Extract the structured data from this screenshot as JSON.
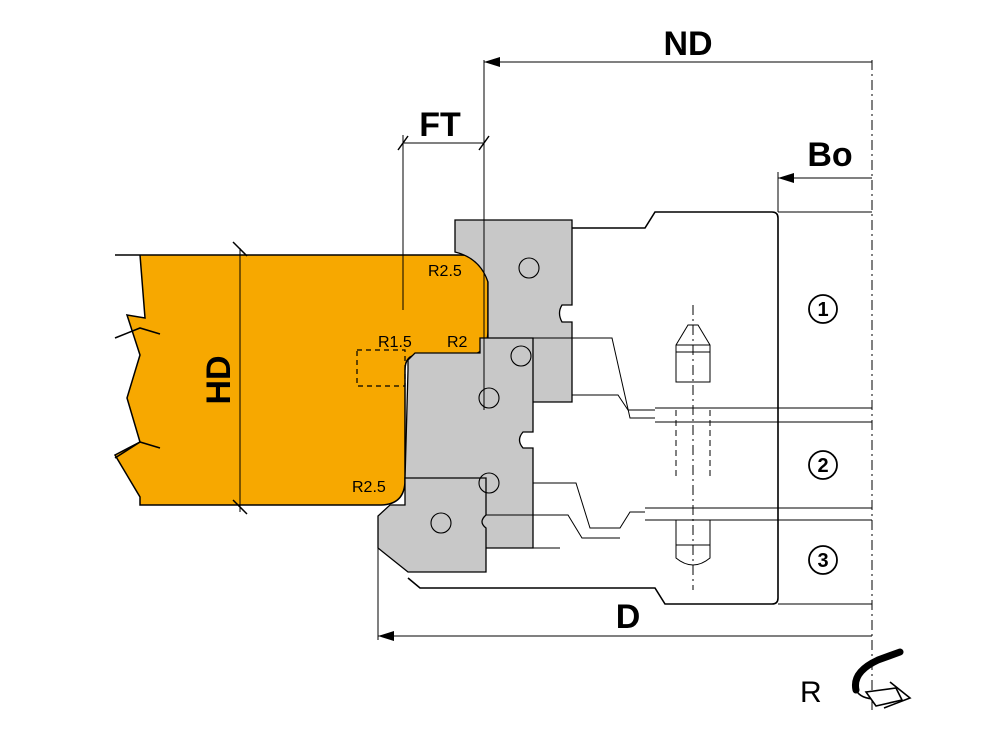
{
  "dimensions": {
    "nd": "ND",
    "ft": "FT",
    "bo": "Bo",
    "hd": "HD",
    "d": "D"
  },
  "radii": {
    "r2_5_top": "R2.5",
    "r1_5": "R1.5",
    "r2": "R2",
    "r2_5_bottom": "R2.5"
  },
  "segments": [
    "1",
    "2",
    "3"
  ],
  "rotation": {
    "label": "R",
    "icon": "rotation-arrow-icon"
  },
  "colors": {
    "workpiece": "#F7A800",
    "cutter_plate": "#C8C8C8",
    "line": "#000000"
  }
}
